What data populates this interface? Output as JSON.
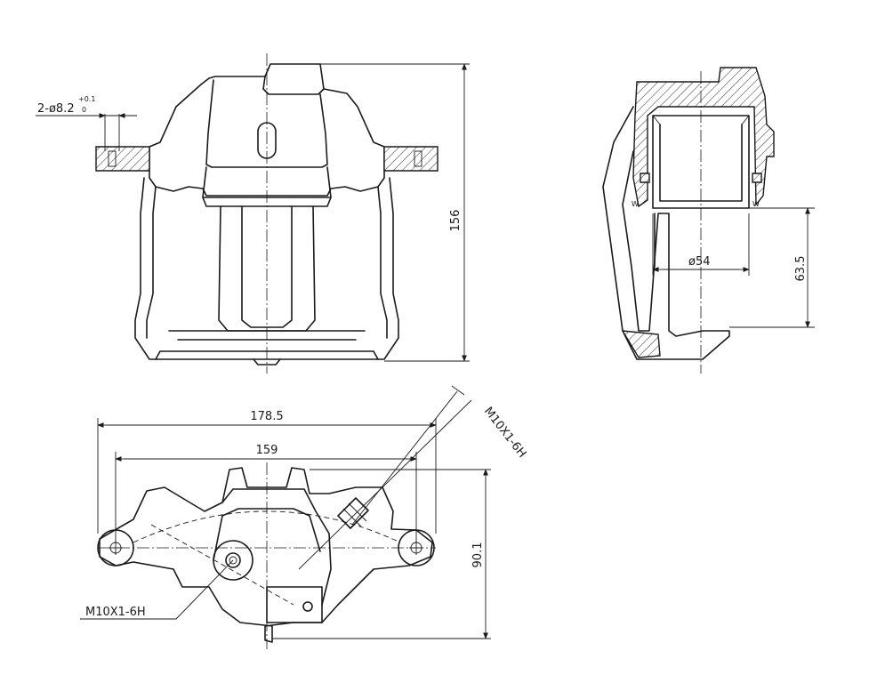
{
  "dimensions": {
    "hole_spec": "2-ø8.2",
    "hole_tol_upper": "+0.1",
    "hole_tol_lower": "0",
    "height_front": "156",
    "piston_diameter": "ø54",
    "piston_height": "63.5",
    "overall_width": "178.5",
    "mount_spacing": "159",
    "depth": "90.1",
    "bleed_thread": "M10X1-6H",
    "inlet_thread": "M10X1-6H"
  }
}
